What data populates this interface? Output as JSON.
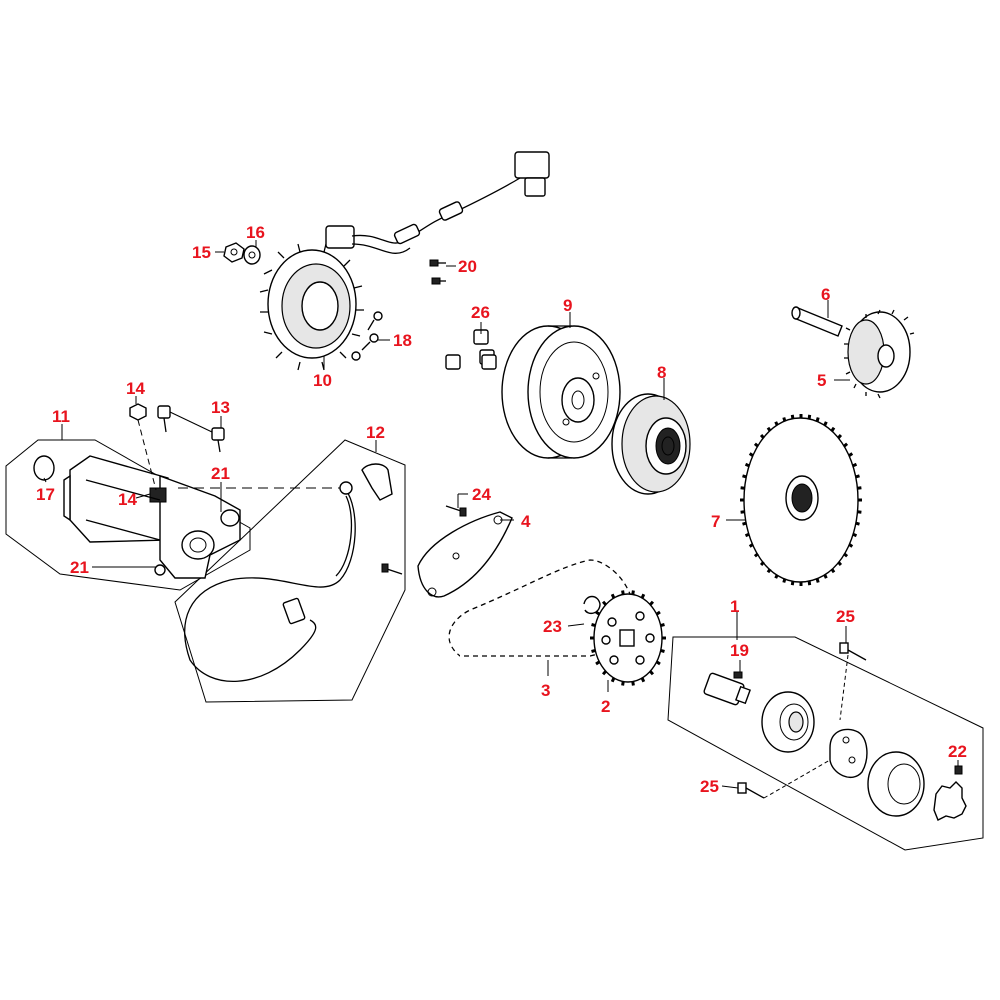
{
  "callouts": [
    {
      "id": "c1",
      "text": "1"
    },
    {
      "id": "c2",
      "text": "2"
    },
    {
      "id": "c3",
      "text": "3"
    },
    {
      "id": "c4",
      "text": "4"
    },
    {
      "id": "c5",
      "text": "5"
    },
    {
      "id": "c6",
      "text": "6"
    },
    {
      "id": "c7",
      "text": "7"
    },
    {
      "id": "c8",
      "text": "8"
    },
    {
      "id": "c9",
      "text": "9"
    },
    {
      "id": "c10",
      "text": "10"
    },
    {
      "id": "c11",
      "text": "11"
    },
    {
      "id": "c12",
      "text": "12"
    },
    {
      "id": "c13",
      "text": "13"
    },
    {
      "id": "c14a",
      "text": "14"
    },
    {
      "id": "c14b",
      "text": "14"
    },
    {
      "id": "c15",
      "text": "15"
    },
    {
      "id": "c16",
      "text": "16"
    },
    {
      "id": "c17",
      "text": "17"
    },
    {
      "id": "c18",
      "text": "18"
    },
    {
      "id": "c19",
      "text": "19"
    },
    {
      "id": "c20",
      "text": "20"
    },
    {
      "id": "c21a",
      "text": "21"
    },
    {
      "id": "c21b",
      "text": "21"
    },
    {
      "id": "c22",
      "text": "22"
    },
    {
      "id": "c23",
      "text": "23"
    },
    {
      "id": "c24",
      "text": "24"
    },
    {
      "id": "c25a",
      "text": "25"
    },
    {
      "id": "c25b",
      "text": "25"
    },
    {
      "id": "c26",
      "text": "26"
    }
  ],
  "colors": {
    "callout": "#e8141e",
    "line": "#000000",
    "background": "#ffffff"
  }
}
